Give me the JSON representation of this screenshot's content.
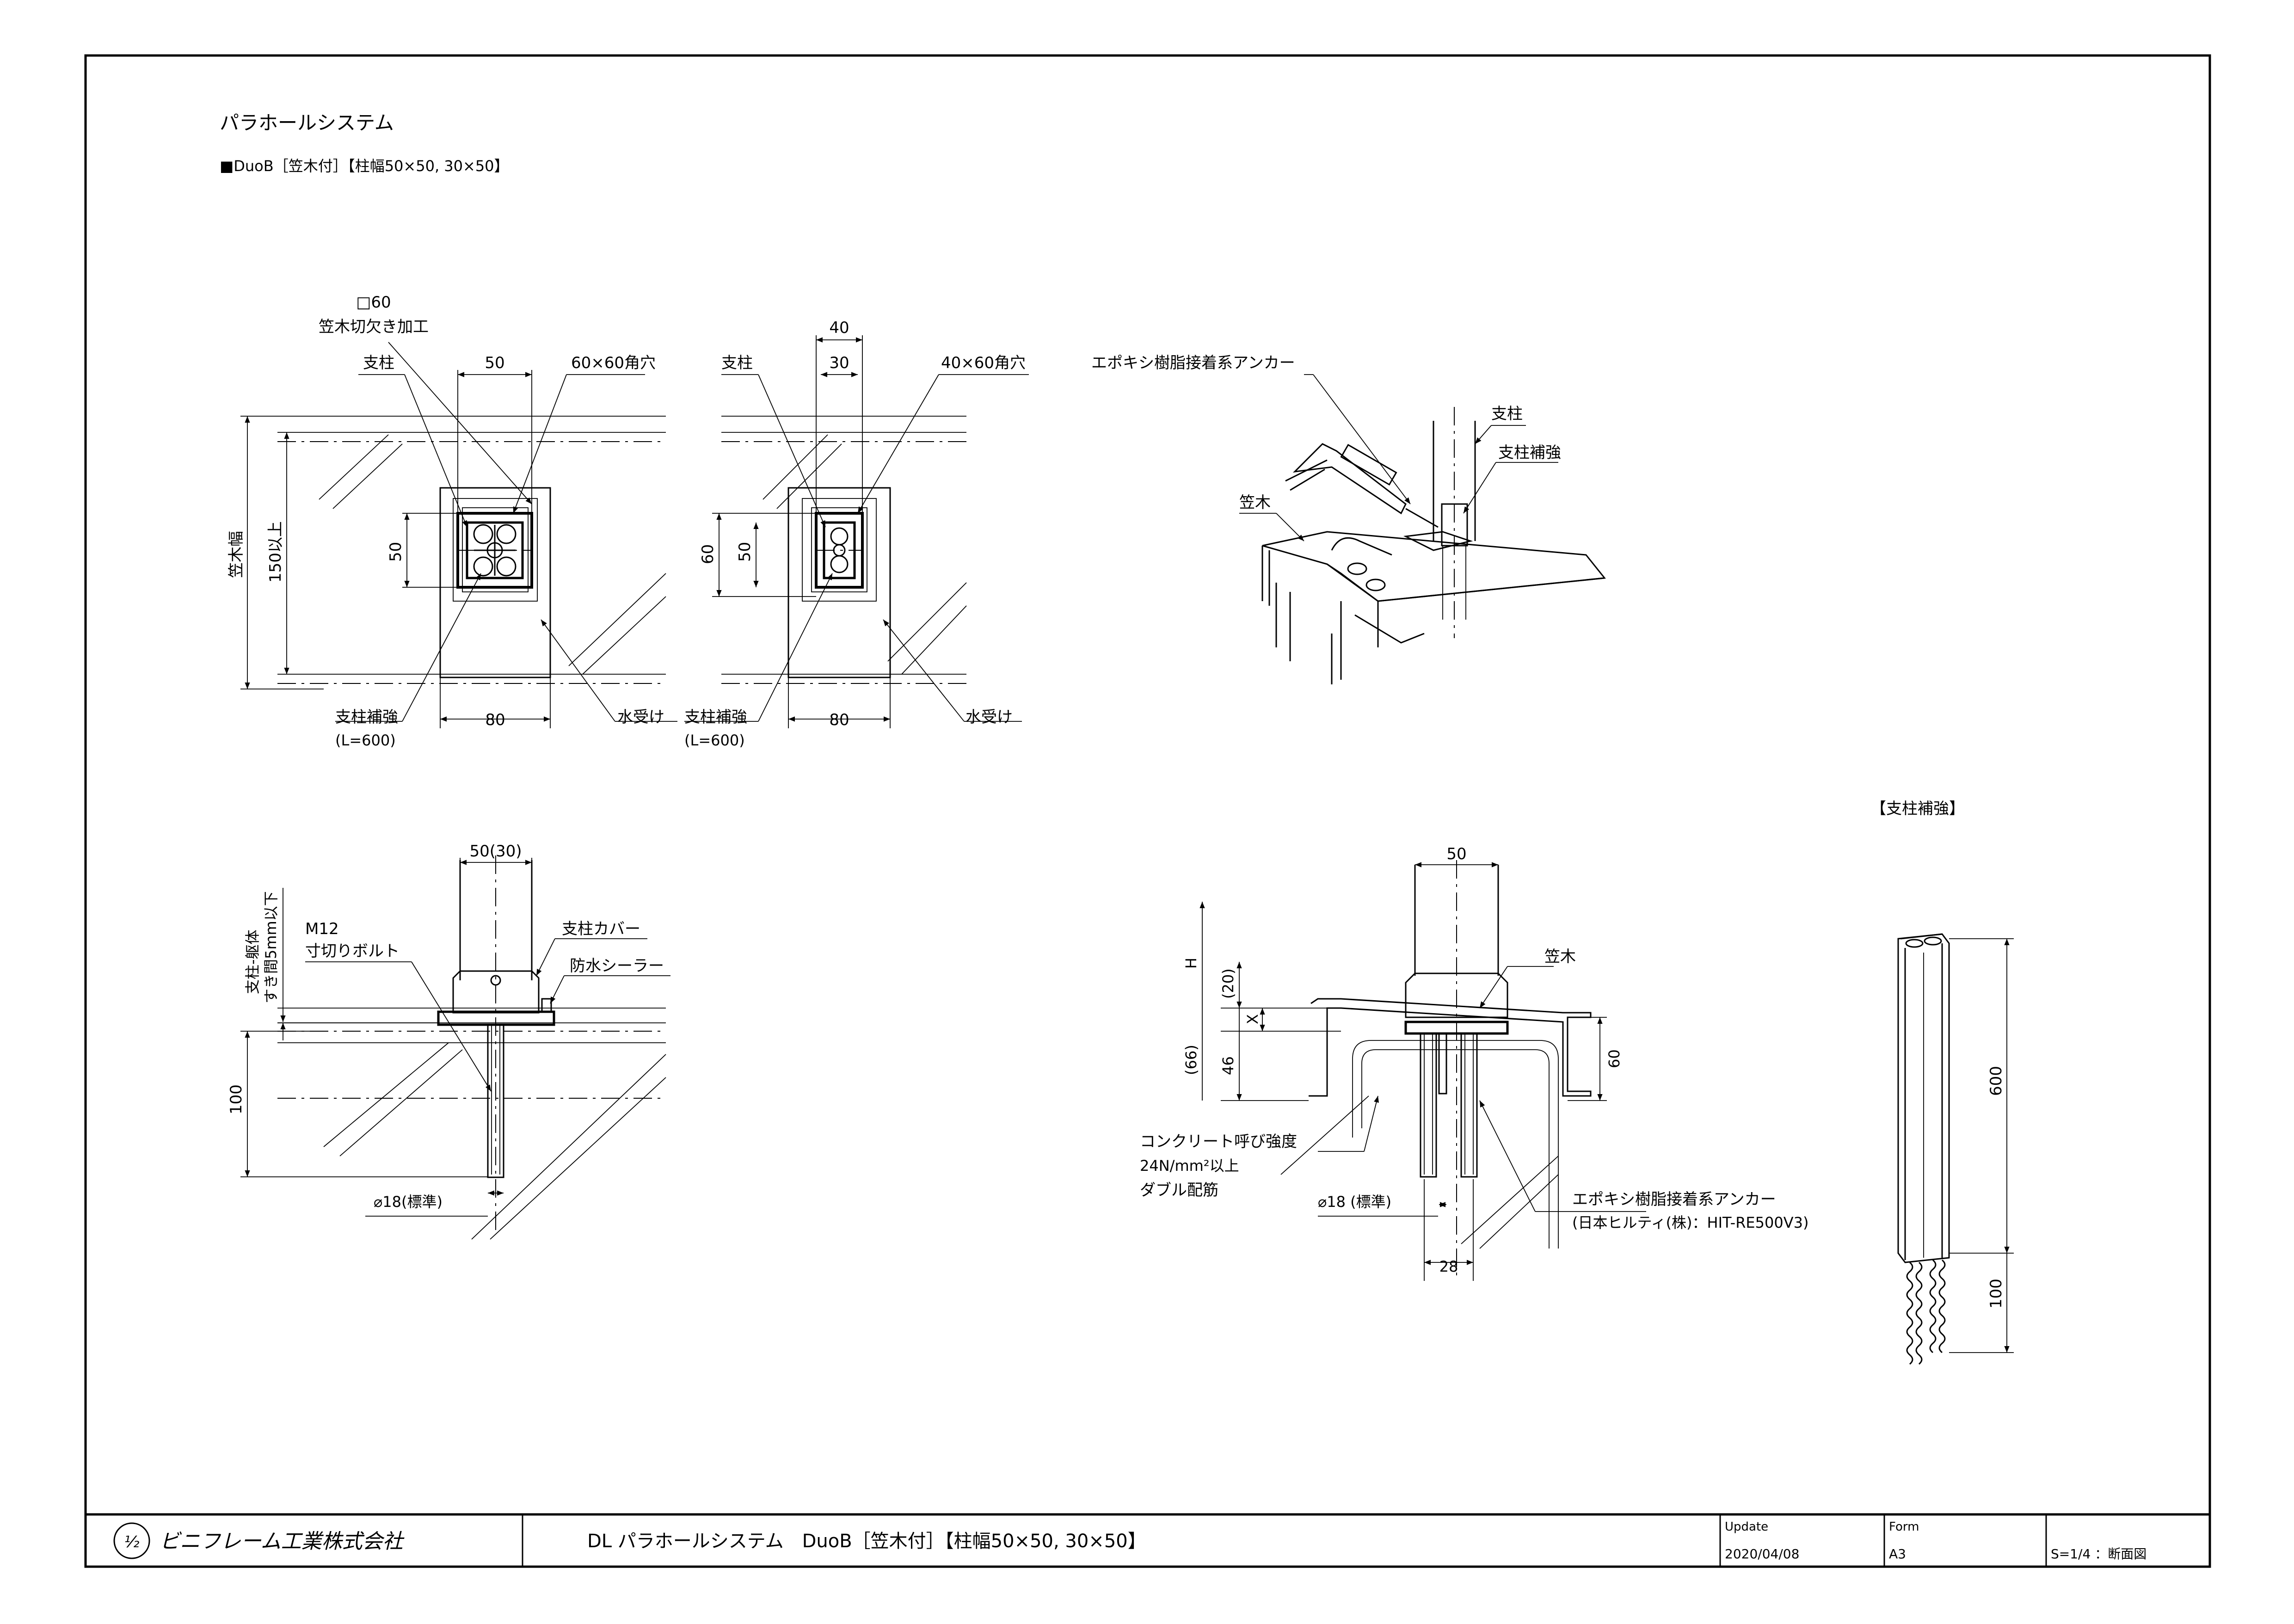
{
  "title": "パラホールシステム",
  "subtitle": "■DuoB［笠木付］【柱幅50×50, 30×50】",
  "top_left": {
    "label_square": "□60",
    "label_cut": "笠木切欠き加工",
    "label_post": "支柱",
    "dim_50": "50",
    "label_hole": "60×60角穴",
    "dim_kasagi_width": "笠木幅",
    "dim_150": "150以上",
    "dim_50_v": "50",
    "label_reinforce": "支柱補強",
    "label_reinforce_len": "(L=600)",
    "dim_80": "80",
    "label_water": "水受け"
  },
  "top_mid": {
    "dim_40": "40",
    "label_post": "支柱",
    "dim_30": "30",
    "label_hole": "40×60角穴",
    "dim_60_v": "60",
    "dim_50_v": "50",
    "label_reinforce": "支柱補強",
    "label_reinforce_len": "(L=600)",
    "dim_80": "80",
    "label_water": "水受け"
  },
  "iso": {
    "label_anchor": "エポキシ樹脂接着系アンカー",
    "label_post": "支柱",
    "label_reinforce": "支柱補強",
    "label_kasagi": "笠木"
  },
  "reinforce_detail": {
    "title": "【支柱補強】",
    "dim_600": "600",
    "dim_100": "100"
  },
  "bottom_left": {
    "dim_width": "50(30)",
    "label_gap_1": "支柱-躯体",
    "label_gap_2": "すき間5mm以下",
    "label_bolt_1": "M12",
    "label_bolt_2": "寸切りボルト",
    "label_cover": "支柱カバー",
    "label_sealer": "防水シーラー",
    "dim_100": "100",
    "label_dia": "⌀18(標準)"
  },
  "bottom_mid": {
    "dim_50": "50",
    "label_h": "H",
    "dim_20": "(20)",
    "dim_x": "X",
    "dim_66": "(66)",
    "dim_46": "46",
    "dim_60": "60",
    "label_kasagi": "笠木",
    "label_concrete_1": "コンクリート呼び強度",
    "label_concrete_2": "24N/mm²以上",
    "label_concrete_3": "ダブル配筋",
    "label_dia": "⌀18 (標準)",
    "dim_28": "28",
    "label_anchor_1": "エポキシ樹脂接着系アンカー",
    "label_anchor_2": "(日本ヒルティ(株)：HIT-RE500V3)"
  },
  "title_block": {
    "company": "ビニフレーム工業株式会社",
    "drawing_title": "DL パラホールシステム　DuoB［笠木付］【柱幅50×50, 30×50】",
    "update_label": "Update",
    "update_value": "2020/04/08",
    "form_label": "Form",
    "form_value": "A3",
    "scale": "S=1/4 ：断面図"
  }
}
